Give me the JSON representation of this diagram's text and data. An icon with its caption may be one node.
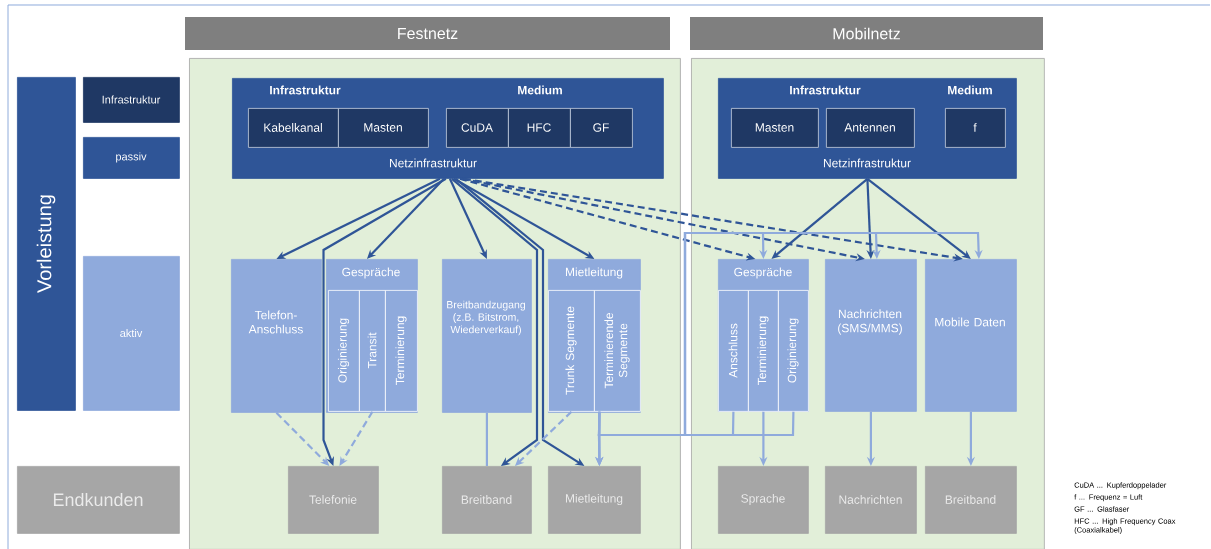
{
  "diagram": {
    "nodes": [
      {
        "text": [
          "Vorleistung"
        ]
      },
      {
        "text": [
          "Infrastruktur"
        ]
      },
      {
        "text": [
          "passiv"
        ]
      },
      {
        "text": [
          "aktiv"
        ]
      },
      {
        "text": [
          "Endkunden"
        ]
      },
      {
        "text": [
          "Festnetz"
        ]
      },
      {
        "text": [
          "Infrastruktur",
          "Medium",
          "Netzinfrastruktur"
        ],
        "in": 5
      },
      {
        "text": [
          "Kabelkanal"
        ],
        "in": 6
      },
      {
        "text": [
          "Masten"
        ],
        "in": 6
      },
      {
        "text": [
          "CuDA"
        ],
        "in": 6
      },
      {
        "text": [
          "HFC"
        ],
        "in": 6
      },
      {
        "text": [
          "GF"
        ],
        "in": 6
      },
      {
        "text": [
          "Telefon-Anschluss"
        ],
        "in": 5
      },
      {
        "text": [
          "Gespräche"
        ],
        "in": 5
      },
      {
        "text": [
          "Originierung"
        ],
        "in": 13
      },
      {
        "text": [
          "Transit"
        ],
        "in": 13
      },
      {
        "text": [
          "Terminierung"
        ],
        "in": 13
      },
      {
        "text": [
          "Breitbandzugang (z.B. Bitstrom, Wiederverkauf)"
        ],
        "in": 5
      },
      {
        "text": [
          "Mietleitung"
        ],
        "in": 5
      },
      {
        "text": [
          "Trunk Segmente"
        ],
        "in": 18
      },
      {
        "text": [
          "Terminierende Segmente"
        ],
        "in": 18
      },
      {
        "text": [
          "Telefonie"
        ],
        "in": 5
      },
      {
        "text": [
          "Breitband"
        ],
        "in": 5
      },
      {
        "text": [
          "Mietleitung"
        ],
        "in": 5
      },
      {
        "text": [
          "Mobilnetz"
        ]
      },
      {
        "text": [
          "Infrastruktur",
          "Medium",
          "Netzinfrastruktur"
        ],
        "in": 24
      },
      {
        "text": [
          "Masten"
        ],
        "in": 25
      },
      {
        "text": [
          "Antennen"
        ],
        "in": 25
      },
      {
        "text": [
          "f"
        ],
        "in": 25
      },
      {
        "text": [
          "Gespräche"
        ],
        "in": 24
      },
      {
        "text": [
          "Anschluss"
        ],
        "in": 29
      },
      {
        "text": [
          "Terminierung"
        ],
        "in": 29
      },
      {
        "text": [
          "Originierung"
        ],
        "in": 29
      },
      {
        "text": [
          "Nachrichten (SMS/MMS)"
        ],
        "in": 24
      },
      {
        "text": [
          "Mobile Daten"
        ],
        "in": 24
      },
      {
        "text": [
          "Sprache"
        ],
        "in": 24
      },
      {
        "text": [
          "Nachrichten"
        ],
        "in": 24
      },
      {
        "text": [
          "Breitband"
        ],
        "in": 24
      }
    ],
    "edges": [
      {
        "from": 6,
        "to": 12,
        "arrow": "to"
      },
      {
        "from": 6,
        "to": 13,
        "arrow": "to"
      },
      {
        "from": 6,
        "to": 21,
        "arrow": "to"
      },
      {
        "from": 6,
        "to": 17,
        "arrow": "to"
      },
      {
        "from": 6,
        "to": 22,
        "arrow": "to"
      },
      {
        "from": 6,
        "to": 18,
        "arrow": "to"
      },
      {
        "from": 6,
        "to": 23,
        "arrow": "to"
      },
      {
        "from": 6,
        "to": 29,
        "arrow": "to",
        "style": "dashed"
      },
      {
        "from": 6,
        "to": 33,
        "arrow": "to",
        "style": "dashed"
      },
      {
        "from": 6,
        "to": 34,
        "arrow": "to",
        "style": "dashed"
      },
      {
        "from": 25,
        "to": 29,
        "arrow": "to"
      },
      {
        "from": 25,
        "to": 33,
        "arrow": "to"
      },
      {
        "from": 25,
        "to": 34,
        "arrow": "to"
      },
      {
        "from": 12,
        "to": 21,
        "arrow": "to",
        "style": "dashed",
        "color": "#8faadc"
      },
      {
        "from": 15,
        "to": 21,
        "arrow": "to",
        "style": "dashed",
        "color": "#8faadc"
      },
      {
        "from": 17,
        "to": 22,
        "arrow": "none",
        "color": "#8faadc"
      },
      {
        "from": 19,
        "to": 22,
        "arrow": "to",
        "style": "dashed",
        "color": "#8faadc"
      },
      {
        "from": 20,
        "to": 23,
        "arrow": "to",
        "color": "#8faadc"
      },
      {
        "from": 20,
        "to": 29,
        "arrow": "to",
        "color": "#8faadc"
      },
      {
        "from": 20,
        "to": 33,
        "arrow": "to",
        "color": "#8faadc"
      },
      {
        "from": 20,
        "to": 34,
        "arrow": "to",
        "color": "#8faadc"
      },
      {
        "from": 30,
        "to": 23,
        "arrow": "to",
        "color": "#8faadc"
      },
      {
        "from": 32,
        "to": 23,
        "arrow": "to",
        "color": "#8faadc"
      },
      {
        "from": 31,
        "to": 35,
        "arrow": "to",
        "color": "#8faadc"
      },
      {
        "from": 33,
        "to": 36,
        "arrow": "to",
        "color": "#8faadc"
      },
      {
        "from": 34,
        "to": 37,
        "arrow": "to",
        "color": "#8faadc"
      }
    ],
    "labels": [
      "CuDA ... Kupferdoppelader",
      "f ... Frequenz = Luft",
      "GF ... Glasfaser",
      "HFC ... High Frequency Coax (Coaxialkabel)"
    ]
  }
}
